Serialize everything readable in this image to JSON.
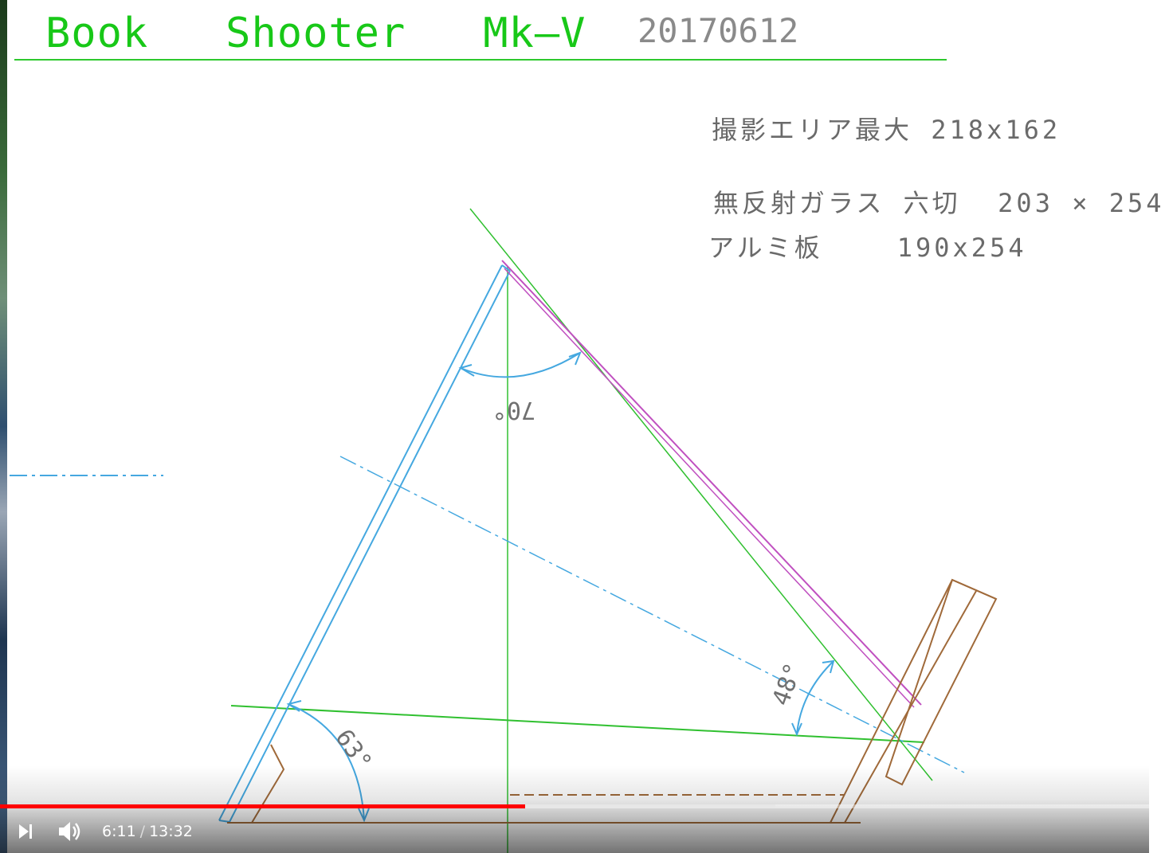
{
  "drawing": {
    "title": "Book   Shooter   Mk—V",
    "date": "20170612",
    "notes": [
      "撮影エリア最大 218x162",
      "無反射ガラス 六切  203 × 254",
      "アルミ板    190x254"
    ],
    "angle_labels": {
      "top": "70°",
      "left": "63°",
      "right": "48°"
    },
    "colors": {
      "title": "#18c818",
      "frame": "#45a8e0",
      "guide": "#30c030",
      "glass": "#c050c0",
      "wood": "#a06a3a",
      "text": "#6a6a6a"
    }
  },
  "player": {
    "current_time": "6:11",
    "duration": "13:32",
    "progress": 0.457,
    "buffered": 0.675,
    "played_color": "#ff0000",
    "icons": {
      "next": "next-icon",
      "volume": "volume-icon"
    }
  }
}
